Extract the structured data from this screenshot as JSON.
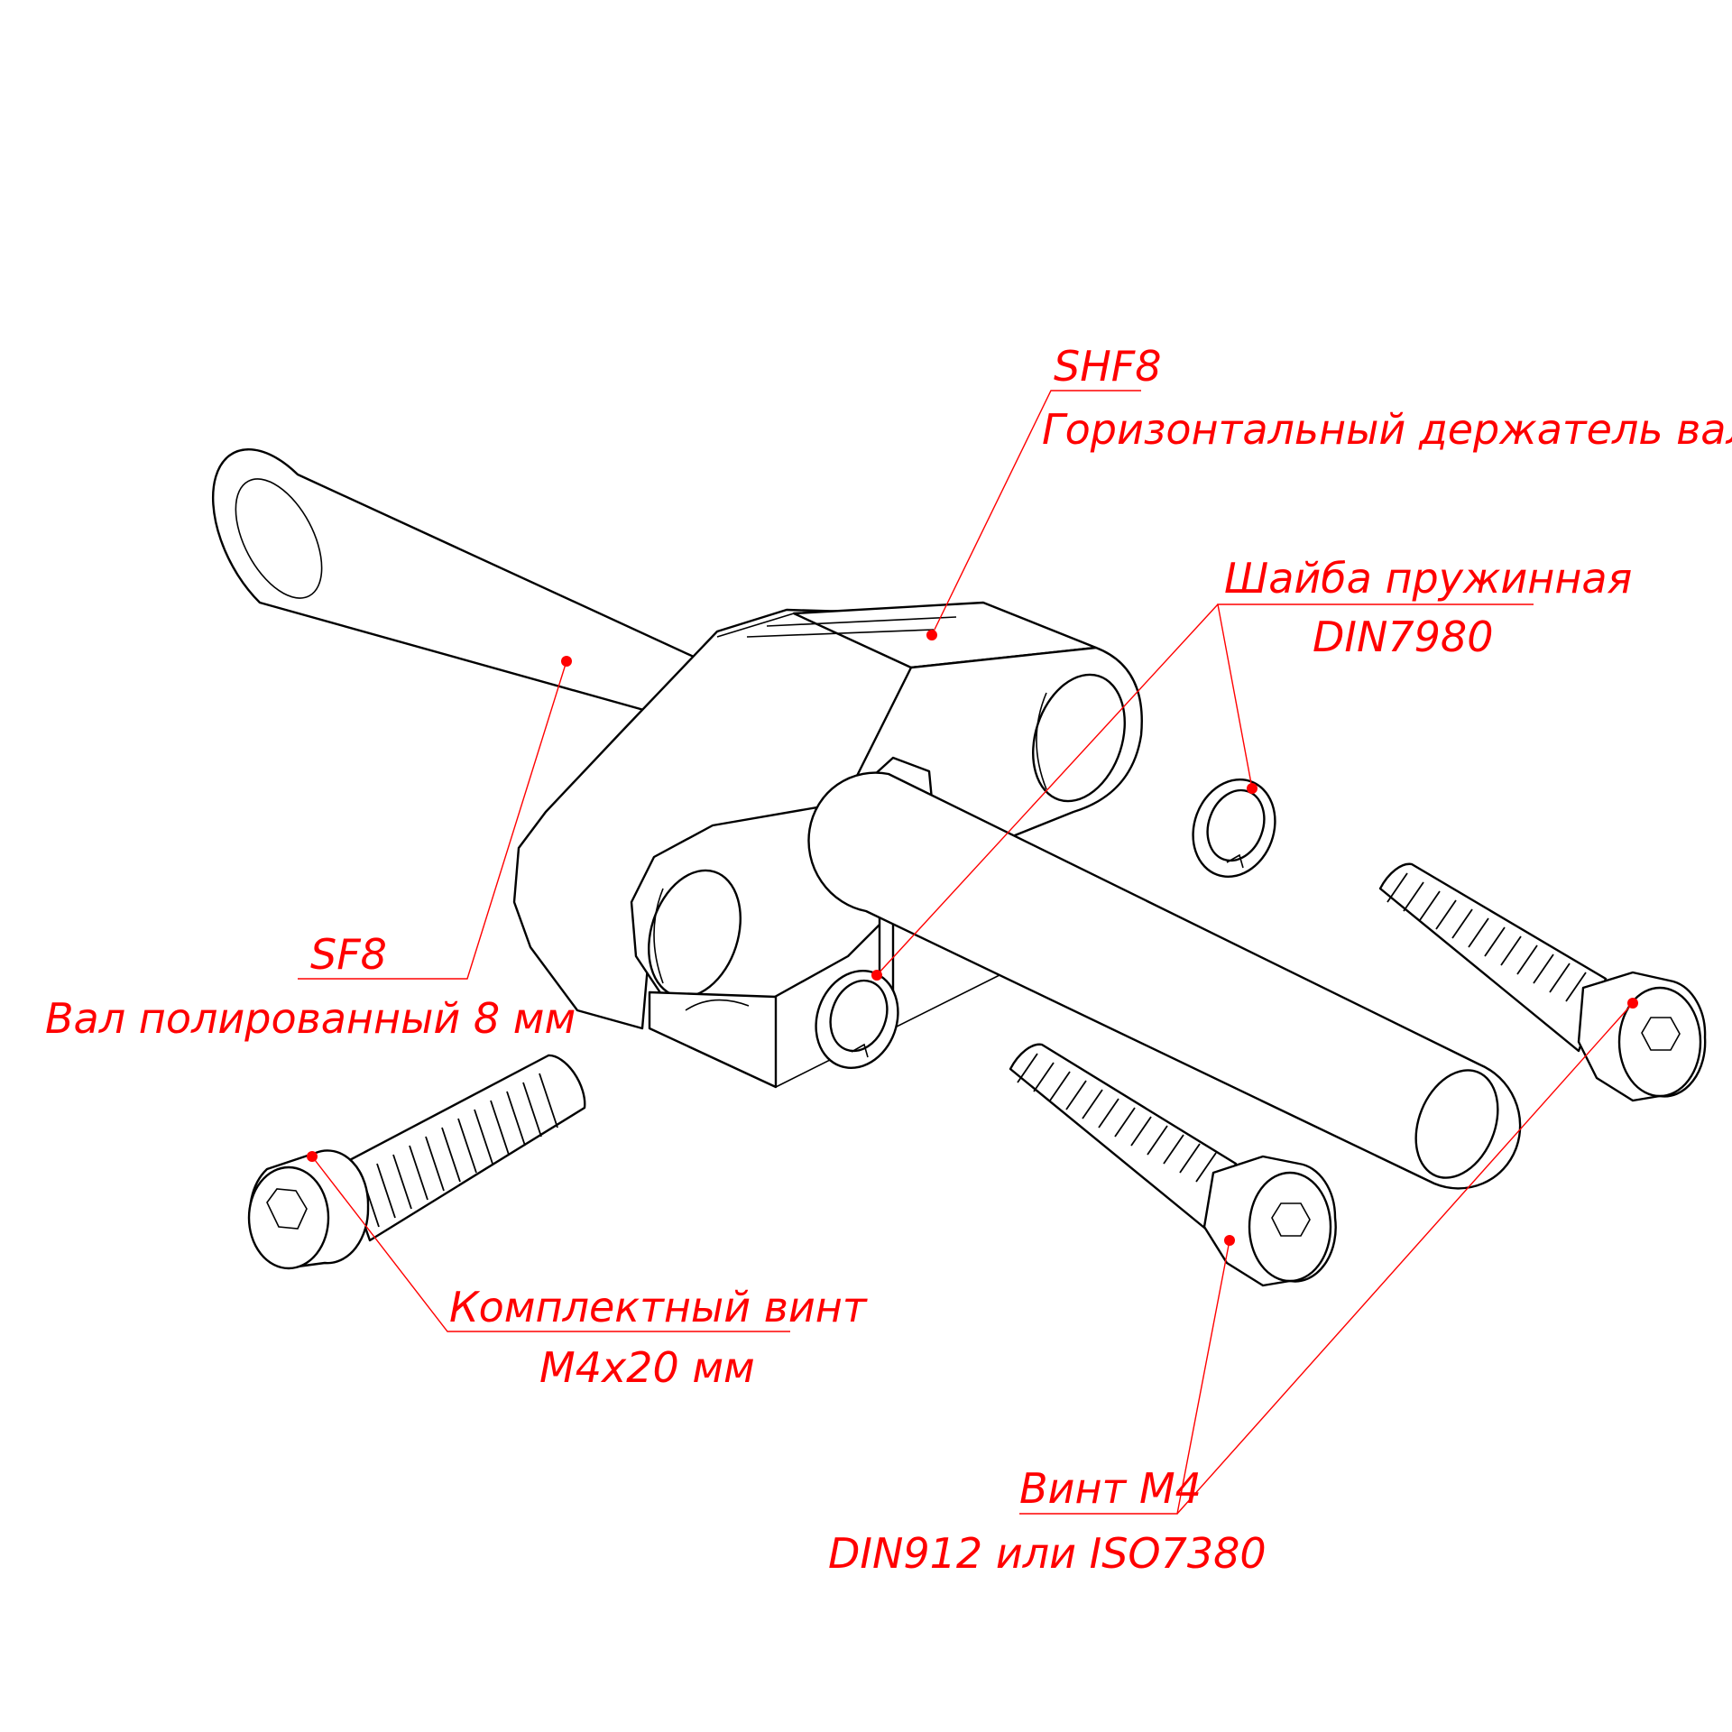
{
  "colors": {
    "line": "#000000",
    "annotation": "#ff0000",
    "background": "#ffffff"
  },
  "labels": {
    "holder": {
      "code": "SHF8",
      "description": "Горизонтальный держатель вала"
    },
    "shaft": {
      "code": "SF8",
      "description": "Вал полированный 8 мм"
    },
    "washer": {
      "name": "Шайба пружинная",
      "standard": "DIN7980"
    },
    "kit_screw": {
      "name": "Комплектный винт",
      "size": "M4x20 мм"
    },
    "screw": {
      "name": "Винт M4",
      "standard": "DIN912 или ISO7380"
    }
  },
  "icons": [
    "shaft",
    "shaft-holder",
    "spring-washer",
    "socket-head-screw"
  ]
}
